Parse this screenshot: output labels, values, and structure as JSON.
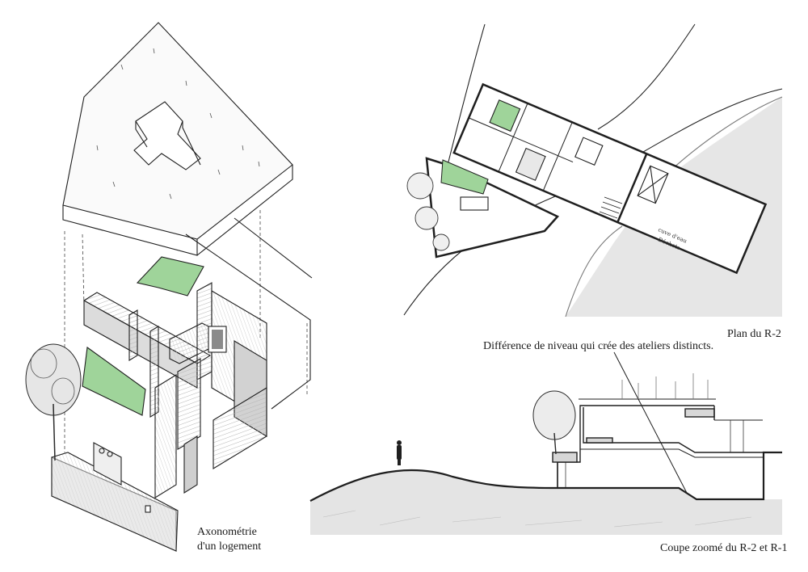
{
  "labels": {
    "axonometry_line1": "Axonométrie",
    "axonometry_line2": "d'un logement",
    "plan": "Plan du R-2",
    "section_note": "Différence de niveau qui crée des ateliers distincts.",
    "section": "Coupe zoomé du R-2 et R-1",
    "plan_room_note_1": "cuve d'eau",
    "plan_room_note_2": "Déchets"
  },
  "colors": {
    "ink": "#1f1f1f",
    "green_fill": "#9fd49a",
    "grey_fill": "#e2e2e2",
    "light_grey": "#ececec",
    "pencil_shade": "#9a9a9a"
  }
}
